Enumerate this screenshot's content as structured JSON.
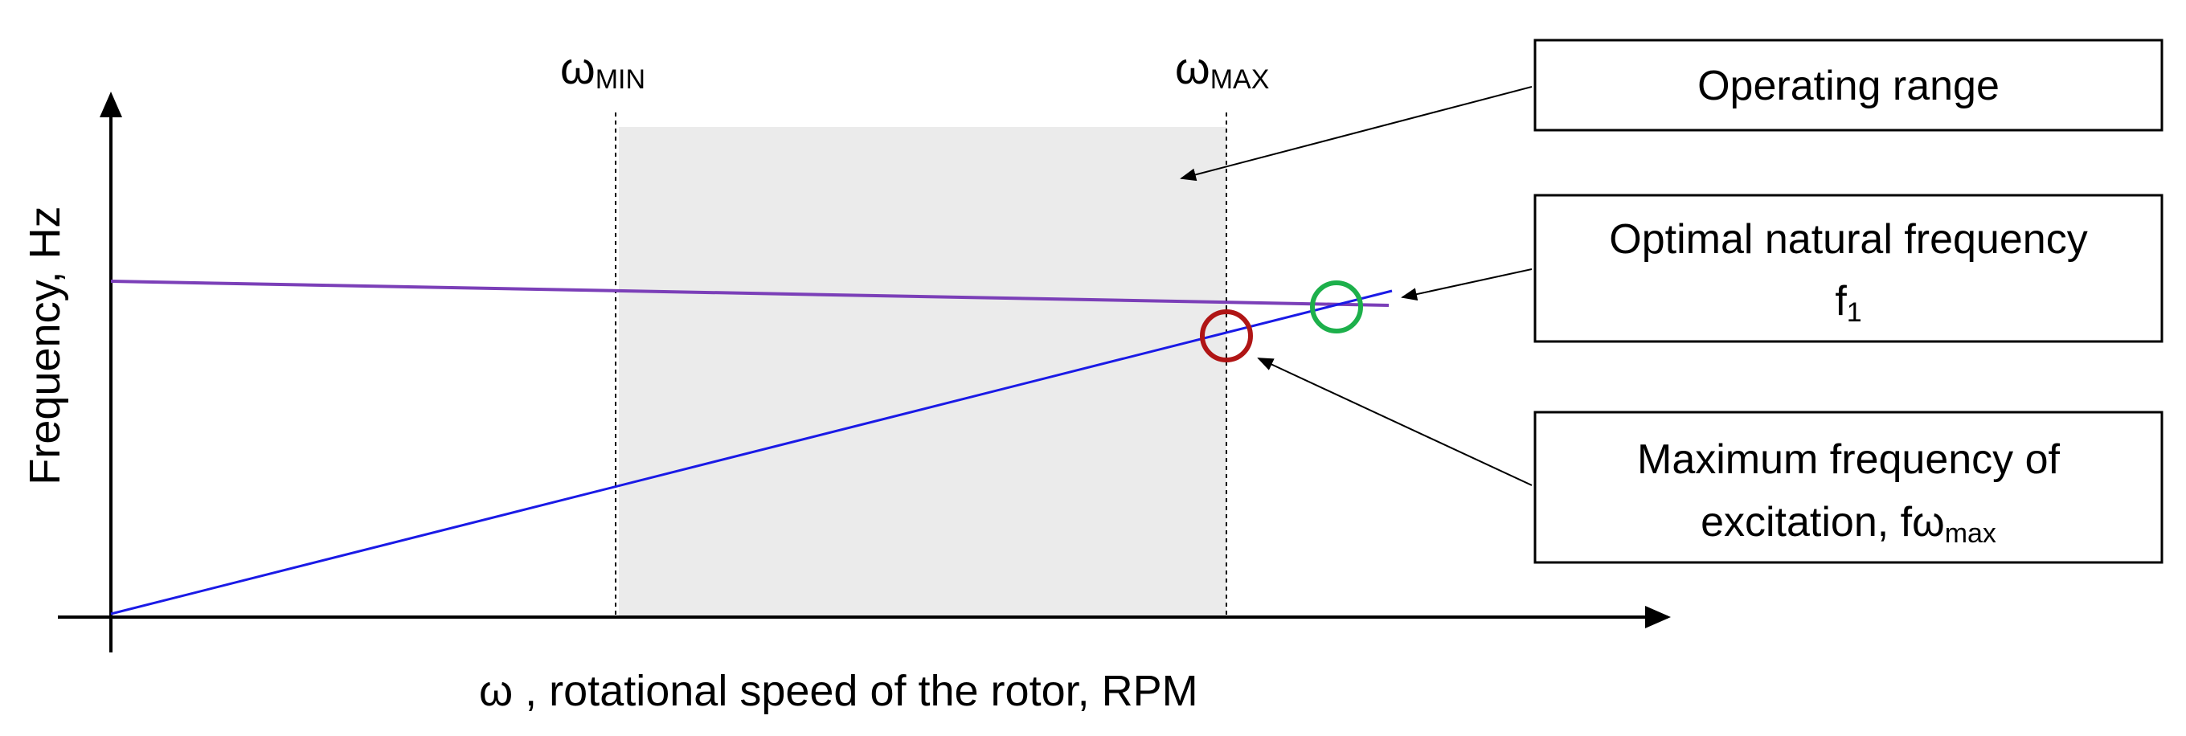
{
  "axes": {
    "y_label": "Frequency, Hz",
    "x_label": "ω , rotational speed of the rotor, RPM"
  },
  "markers": {
    "min": {
      "symbol": "ω",
      "sub": "MIN"
    },
    "max": {
      "symbol": "ω",
      "sub": "MAX"
    }
  },
  "boxes": {
    "operating": {
      "text": "Operating range"
    },
    "optimal": {
      "line1": "Optimal natural frequency",
      "line2_base": "f",
      "line2_sub": "1"
    },
    "maximum": {
      "line1": "Maximum frequency of",
      "line2_base": "excitation, fω",
      "line2_sub": "max"
    }
  },
  "colors": {
    "natural_frequency_line": "#7B3FB8",
    "excitation_line": "#1A1AE6",
    "operating_range_fill": "#EBEBEB",
    "optimal_point_circle": "#1DB04B",
    "max_excitation_circle": "#B01515"
  }
}
